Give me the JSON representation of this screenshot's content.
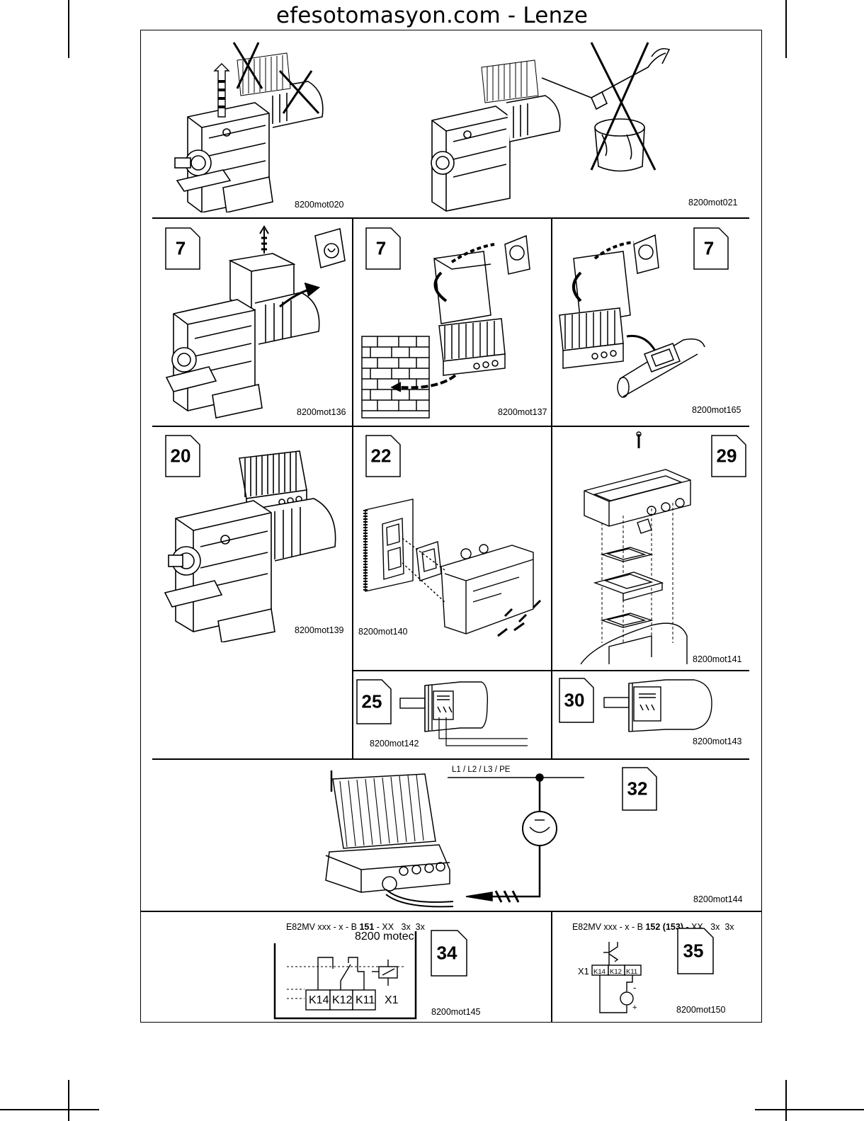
{
  "header": {
    "title": "efesotomasyon.com - Lenze"
  },
  "figures": {
    "f020": "8200mot020",
    "f021": "8200mot021",
    "f136": "8200mot136",
    "f137": "8200mot137",
    "f165": "8200mot165",
    "f139": "8200mot139",
    "f140": "8200mot140",
    "f141": "8200mot141",
    "f142": "8200mot142",
    "f143": "8200mot143",
    "f144": "8200mot144",
    "f145": "8200mot145",
    "f150": "8200mot150"
  },
  "badges": {
    "b7a": "7",
    "b7b": "7",
    "b7c": "7",
    "b20": "20",
    "b22": "22",
    "b29": "29",
    "b25": "25",
    "b30": "30",
    "b32": "32",
    "b34": "34",
    "b35": "35"
  },
  "wiring": {
    "supply_label": "L1 / L2 / L3 / PE"
  },
  "spec151": {
    "prefix": "E82MV xxx - x - B ",
    "code": "151",
    "suffix": " - XX   3x  3x"
  },
  "spec152": {
    "prefix": "E82MV xxx - x - B ",
    "code": "152 (153)",
    "suffix": " - XX   3x  3x"
  },
  "relay151": {
    "device": "8200 motec",
    "k14": "K14",
    "k12": "K12",
    "k11": "K11",
    "x1": "X1"
  },
  "relay152": {
    "x1": "X1",
    "k14": "K14",
    "k12": "K12",
    "k11": "K11",
    "minus": "-",
    "plus": "+"
  },
  "colors": {
    "ink": "#000000",
    "paper": "#ffffff"
  }
}
